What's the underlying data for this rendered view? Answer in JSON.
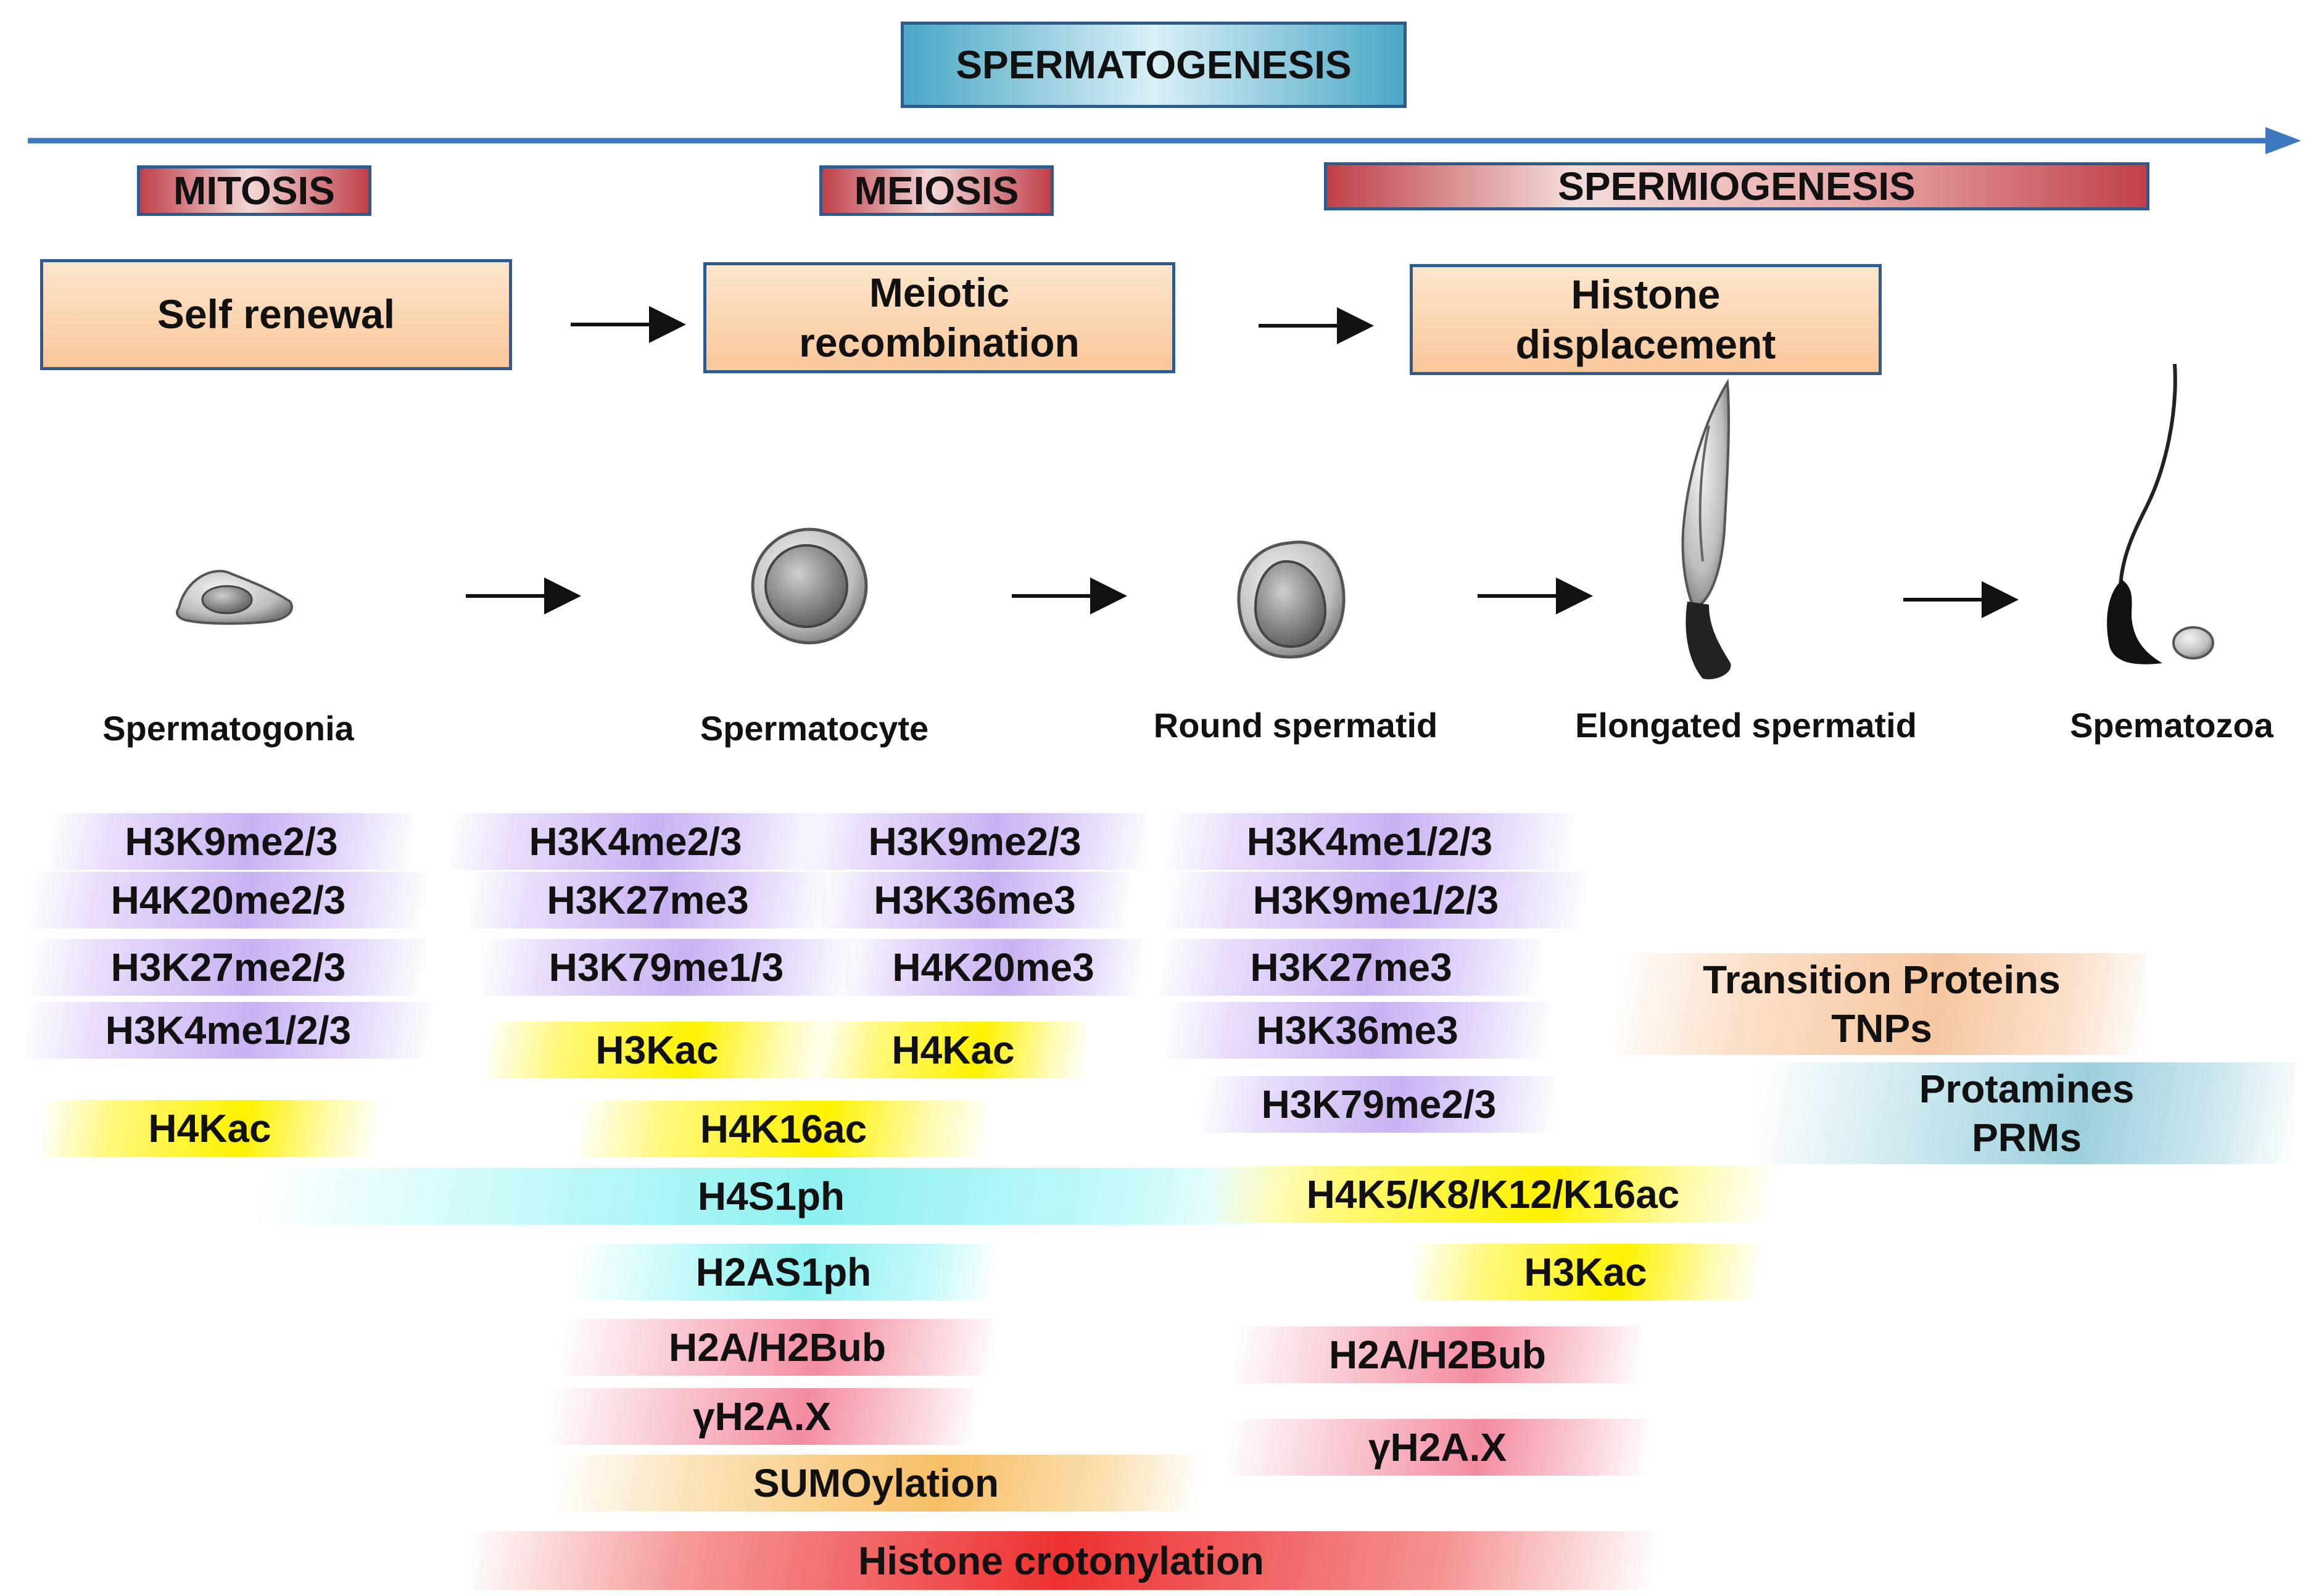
{
  "title": "SPERMATOGENESIS",
  "phases": {
    "mitosis": "MITOSIS",
    "meiosis": "MEIOSIS",
    "spermiogenesis": "SPERMIOGENESIS"
  },
  "processes": {
    "self_renewal": "Self renewal",
    "meiotic": [
      "Meiotic",
      "recombination"
    ],
    "histone": [
      "Histone",
      "displacement"
    ]
  },
  "stages": {
    "spermatogonia": "Spermatogonia",
    "spermatocyte": "Spermatocyte",
    "round_spermatid": "Round spermatid",
    "elongated_spermatid": "Elongated spermatid",
    "spermatozoa": "Spematozoa"
  },
  "marks": {
    "spermatogonia": {
      "methylation": [
        "H3K9me2/3",
        "H4K20me2/3",
        "H3K27me2/3",
        "H3K4me1/2/3"
      ],
      "acetylation": "H4Kac"
    },
    "spermatocyte": {
      "methylation_left": [
        "H3K4me2/3",
        "H3K27me3",
        "H3K79me1/3"
      ],
      "methylation_right": [
        "H3K9me2/3",
        "H3K36me3",
        "H4K20me3"
      ],
      "acetylation": [
        "H3Kac",
        "H4Kac",
        "H4K16ac"
      ],
      "phosphorylation": [
        "H4S1ph",
        "H2AS1ph"
      ],
      "ubiquitination": "H2A/H2Bub",
      "gamma": "γH2A.X",
      "sumo": "SUMOylation",
      "crotonylation": "Histone crotonylation"
    },
    "round_spermatid": {
      "methylation": [
        "H3K4me1/2/3",
        "H3K9me1/2/3",
        "H3K27me3",
        "H3K36me3",
        "H3K79me2/3"
      ],
      "acetylation": [
        "H4K5/K8/K12/K16ac",
        "H3Kac"
      ],
      "ubiquitination": "H2A/H2Bub",
      "gamma": "γH2A.X"
    },
    "late": {
      "tnp": [
        "Transition Proteins",
        "TNPs"
      ],
      "prm": [
        "Protamines",
        "PRMs"
      ]
    }
  },
  "colors": {
    "axis": "#3d78c0",
    "box_border": "#2e5b8e",
    "methylation": "#c9b2f2",
    "acetylation": "#fff200",
    "phosphorylation": "#8ef0f0",
    "ubiquitination": "#f48ca0",
    "sumoylation": "#f7be66",
    "crotonylation": "#ee3030"
  }
}
